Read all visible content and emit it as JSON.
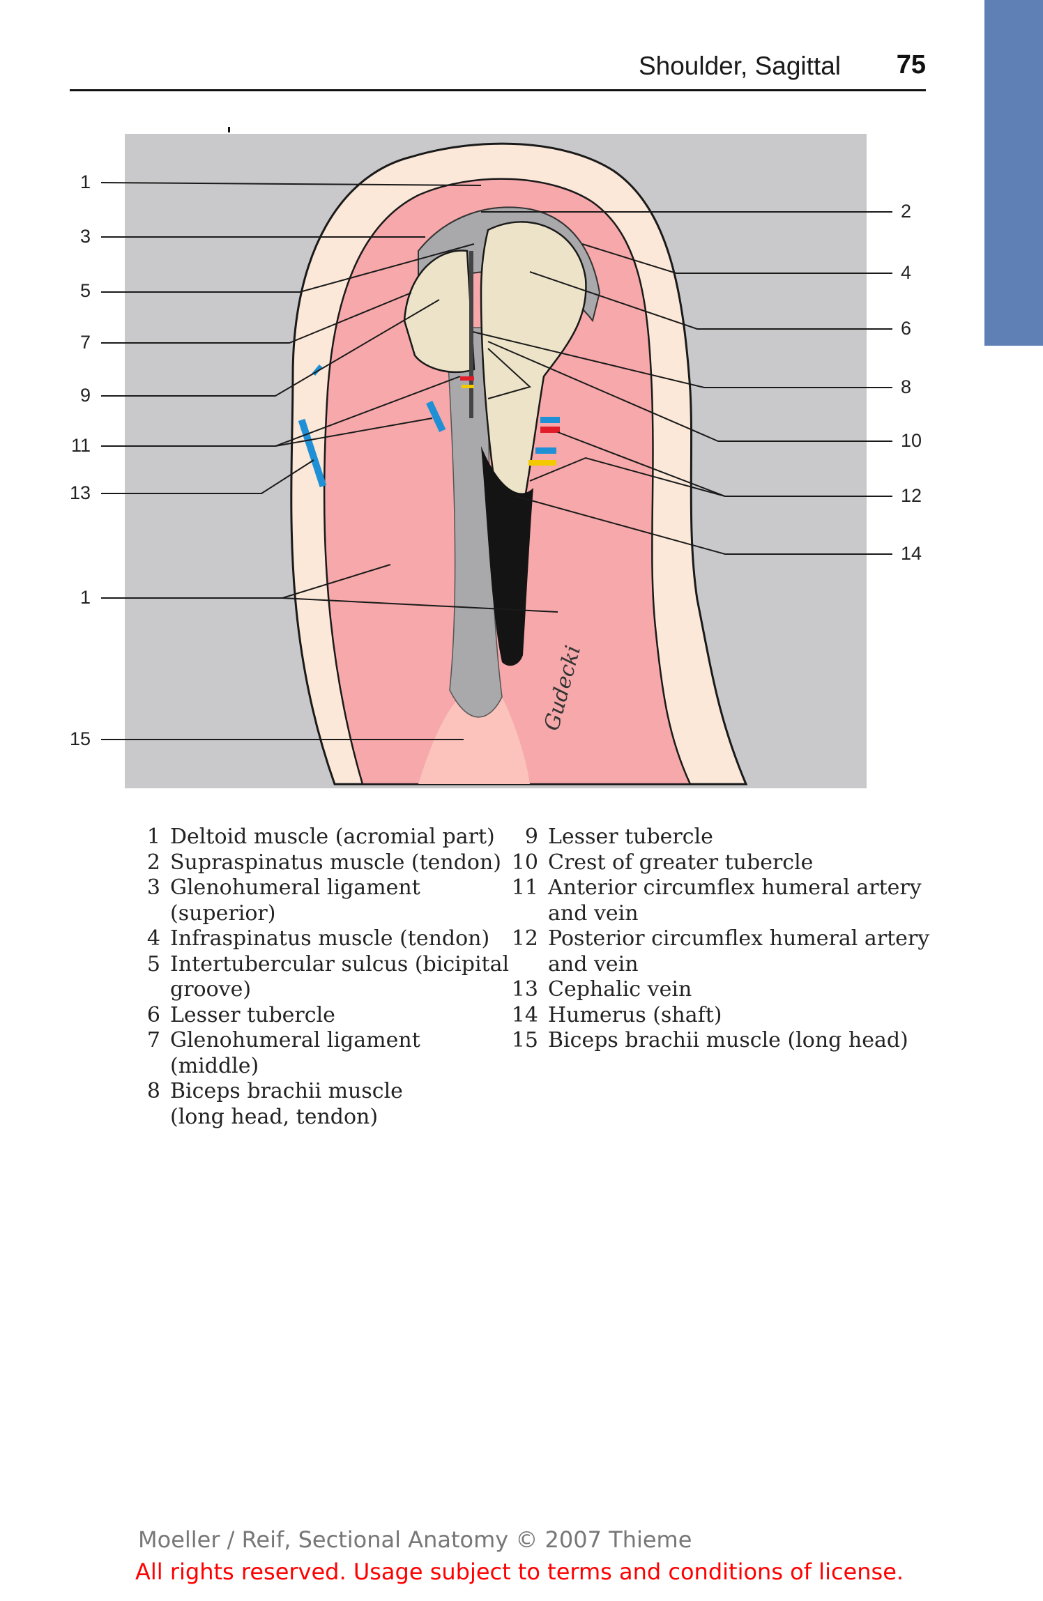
{
  "header": {
    "title": "Shoulder, Sagittal",
    "page_number": "75"
  },
  "colors": {
    "side_tab": "#5f80b5",
    "figure_background": "#c9c9cb",
    "muscle": "#f6a8aa",
    "skin": "#fbe8d8",
    "bone": "#ece3c8",
    "cartilage_tendon": "#a9a9ab",
    "vein": "#1f8fd6",
    "artery": "#e11d2a",
    "nerve": "#f3c900",
    "footer_gray": "#777777",
    "footer_red": "#ff0000"
  },
  "figure": {
    "left_labels": [
      "1",
      "3",
      "5",
      "7",
      "9",
      "11",
      "13",
      "1",
      "15"
    ],
    "right_labels": [
      "2",
      "4",
      "6",
      "8",
      "10",
      "12",
      "14"
    ],
    "signature": "Gudecki"
  },
  "legend": {
    "column1": [
      {
        "n": "1",
        "text": "Deltoid muscle (acromial part)"
      },
      {
        "n": "2",
        "text": "Supraspinatus muscle (tendon)"
      },
      {
        "n": "3",
        "text": "Glenohumeral ligament\n(superior)"
      },
      {
        "n": "4",
        "text": "Infraspinatus muscle (tendon)"
      },
      {
        "n": "5",
        "text": "Intertubercular sulcus (bicipital\ngroove)"
      },
      {
        "n": "6",
        "text": "Lesser tubercle"
      },
      {
        "n": "7",
        "text": "Glenohumeral ligament\n(middle)"
      },
      {
        "n": "8",
        "text": "Biceps brachii muscle\n(long head, tendon)"
      }
    ],
    "column2": [
      {
        "n": "9",
        "text": "Lesser tubercle"
      },
      {
        "n": "10",
        "text": "Crest of greater tubercle"
      },
      {
        "n": "11",
        "text": "Anterior circumflex humeral artery\nand vein"
      },
      {
        "n": "12",
        "text": "Posterior circumflex humeral artery\nand vein"
      },
      {
        "n": "13",
        "text": "Cephalic vein"
      },
      {
        "n": "14",
        "text": "Humerus (shaft)"
      },
      {
        "n": "15",
        "text": "Biceps brachii muscle (long head)"
      }
    ]
  },
  "footer": {
    "line1": "Moeller / Reif, Sectional Anatomy © 2007 Thieme",
    "line2": "All rights reserved. Usage subject to terms and conditions of license."
  }
}
